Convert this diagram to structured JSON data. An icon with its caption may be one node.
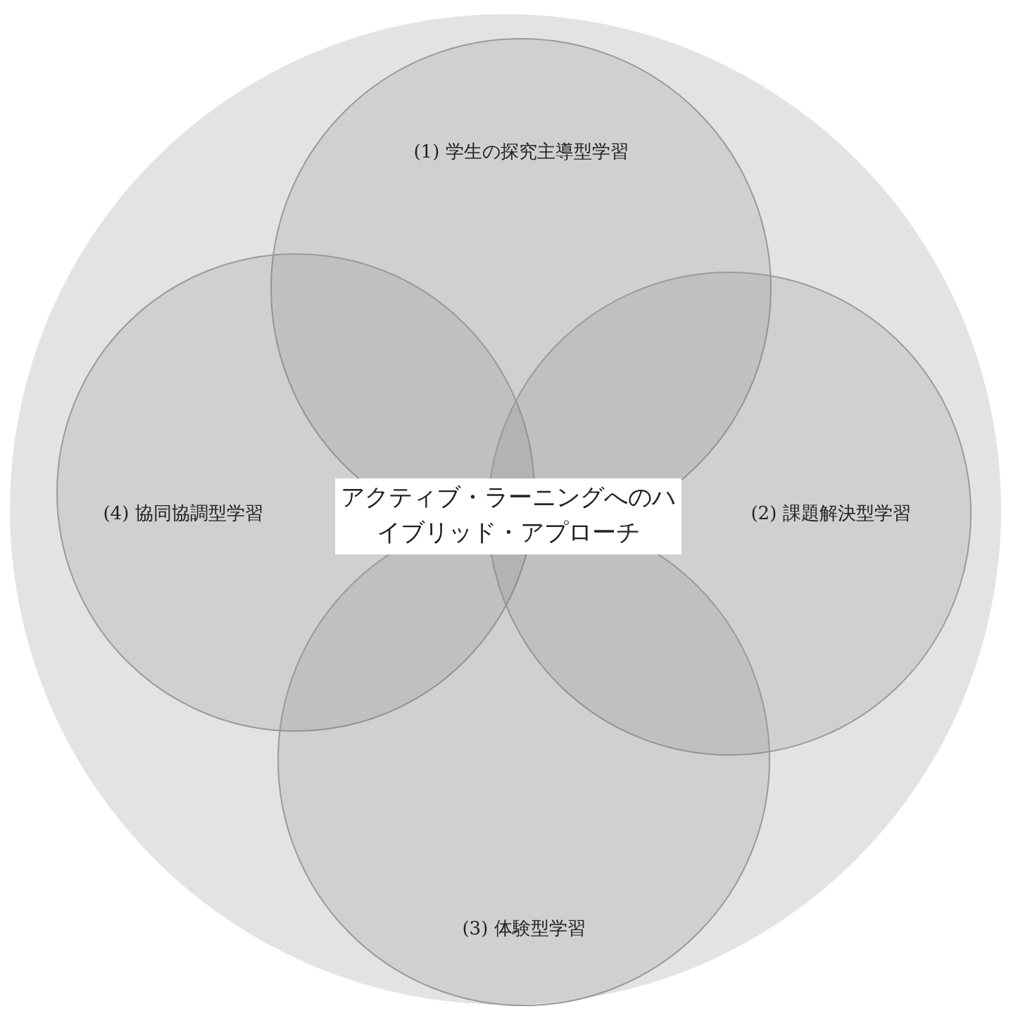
{
  "diagram": {
    "nodes": [
      {
        "text": [
          "(1) 学生の探究主導型学習"
        ]
      },
      {
        "text": [
          "(4) 協同協調型学習"
        ]
      },
      {
        "text": [
          "アクティブ・ラーニングへのハイブリッド・アプローチ"
        ]
      },
      {
        "text": [
          "(2) 課題解決型学習"
        ]
      },
      {
        "text": [
          "(3) 体験型学習"
        ]
      }
    ]
  }
}
